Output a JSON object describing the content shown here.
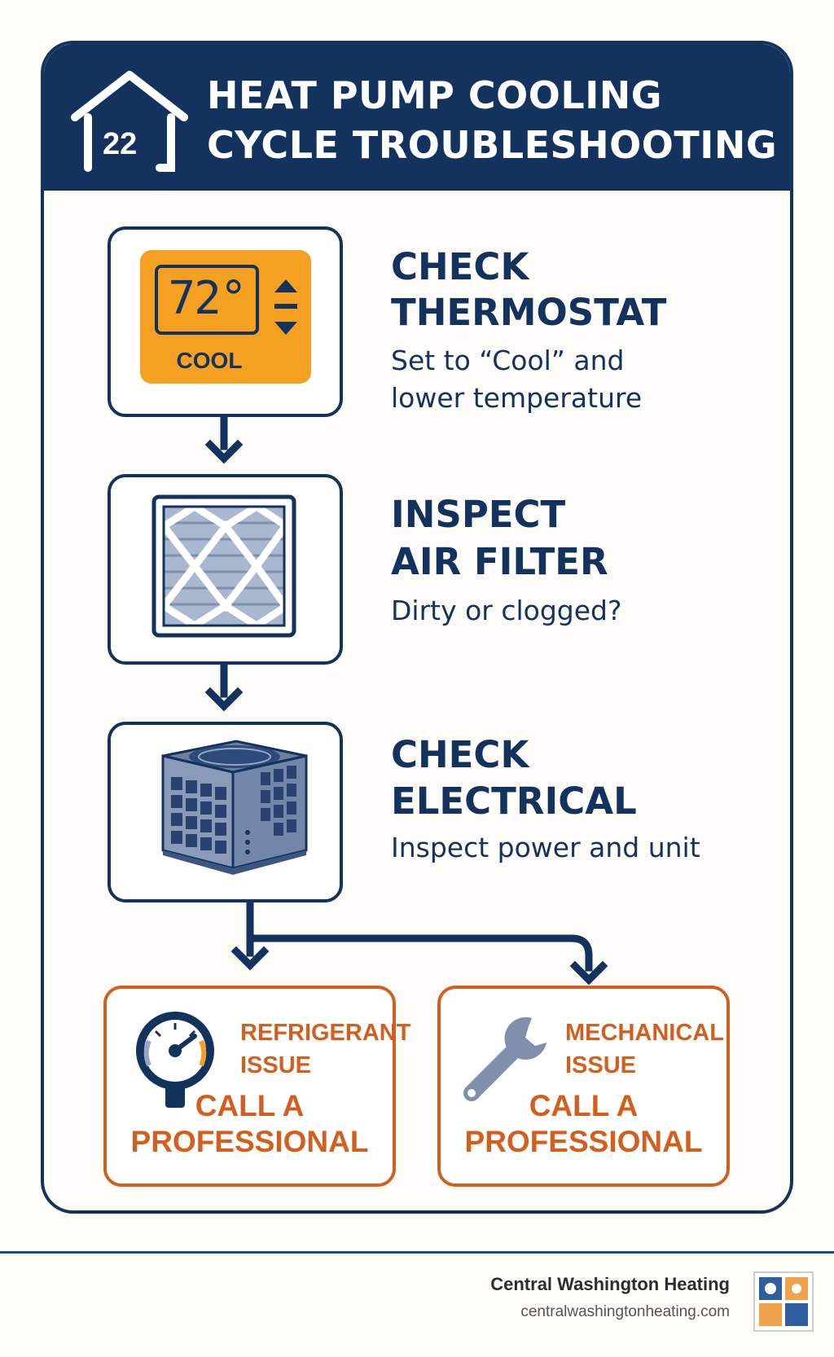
{
  "header": {
    "title_line1": "HEAT PUMP COOLING",
    "title_line2": "CYCLE TROUBLESHOOTING",
    "house_number": "22",
    "icon": "house-icon"
  },
  "steps": [
    {
      "title_line1": "CHECK",
      "title_line2": "THERMOSTAT",
      "desc_line1": "Set to “Cool” and",
      "desc_line2": "lower temperature",
      "icon": "thermostat-icon",
      "display_temp": "72°",
      "display_mode": "COOL"
    },
    {
      "title_line1": "INSPECT",
      "title_line2": "AIR FILTER",
      "desc_line1": "Dirty or clogged?",
      "icon": "air-filter-icon"
    },
    {
      "title_line1": "CHECK",
      "title_line2": "ELECTRICAL",
      "desc_line1": "Inspect power and unit",
      "icon": "ac-unit-icon"
    }
  ],
  "issues": [
    {
      "label_line1": "REFRIGERANT",
      "label_line2": "ISSUE",
      "call_line1": "CALL A",
      "call_line2": "PROFESSIONAL",
      "icon": "pressure-gauge-icon"
    },
    {
      "label_line1": "MECHANICAL",
      "label_line2": "ISSUE",
      "call_line1": "CALL A",
      "call_line2": "PROFESSIONAL",
      "icon": "wrench-icon"
    }
  ],
  "footer": {
    "company": "Central Washington Heating",
    "website": "centralwashingtonheating.com",
    "logo_icon": "company-logo-icon"
  },
  "colors": {
    "navy": "#13325e",
    "orange": "#d35f1f",
    "thermostat_orange": "#f5a020",
    "background": "#fdfcf7"
  }
}
